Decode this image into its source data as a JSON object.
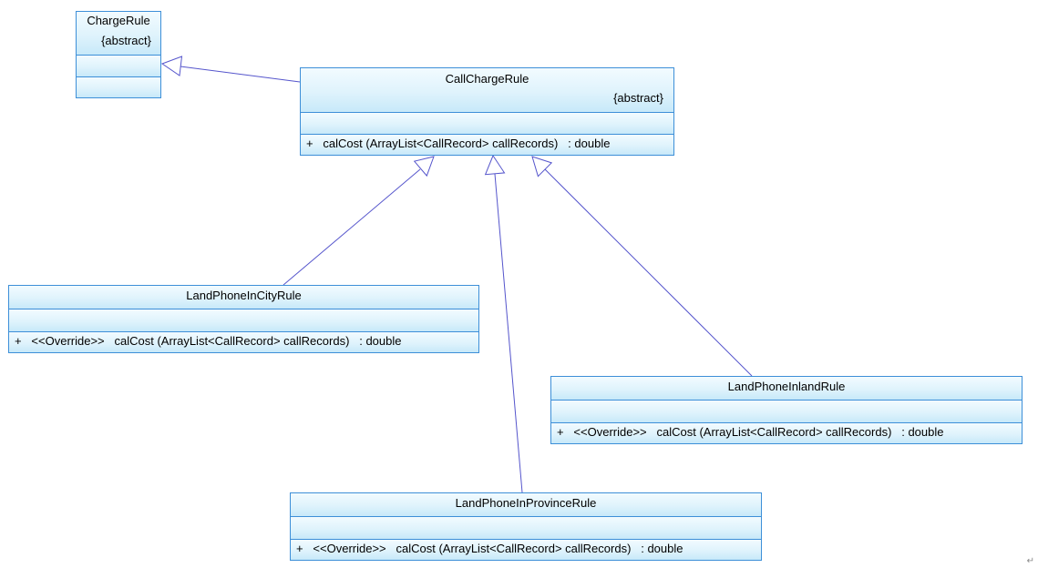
{
  "classes": {
    "charge_rule": {
      "name": "ChargeRule",
      "stereotype": "{abstract}"
    },
    "call_charge_rule": {
      "name": "CallChargeRule",
      "stereotype": "{abstract}",
      "operation": "+   calCost (ArrayList<CallRecord> callRecords)   : double"
    },
    "land_phone_in_city_rule": {
      "name": "LandPhoneInCityRule",
      "operation": "+   <<Override>>   calCost (ArrayList<CallRecord> callRecords)   : double"
    },
    "land_phone_inland_rule": {
      "name": "LandPhoneInlandRule",
      "operation": "+   <<Override>>   calCost (ArrayList<CallRecord> callRecords)   : double"
    },
    "land_phone_in_province_rule": {
      "name": "LandPhoneInProvinceRule",
      "operation": "+   <<Override>>   calCost (ArrayList<CallRecord> callRecords)   : double"
    }
  },
  "relationships": [
    {
      "type": "generalization",
      "from": "CallChargeRule",
      "to": "ChargeRule"
    },
    {
      "type": "generalization",
      "from": "LandPhoneInCityRule",
      "to": "CallChargeRule"
    },
    {
      "type": "generalization",
      "from": "LandPhoneInProvinceRule",
      "to": "CallChargeRule"
    },
    {
      "type": "generalization",
      "from": "LandPhoneInlandRule",
      "to": "CallChargeRule"
    }
  ],
  "colors": {
    "border": "#3d8fd8",
    "fill": "#d6effb",
    "connector": "#5555cc"
  },
  "paragraph_mark": "↵"
}
